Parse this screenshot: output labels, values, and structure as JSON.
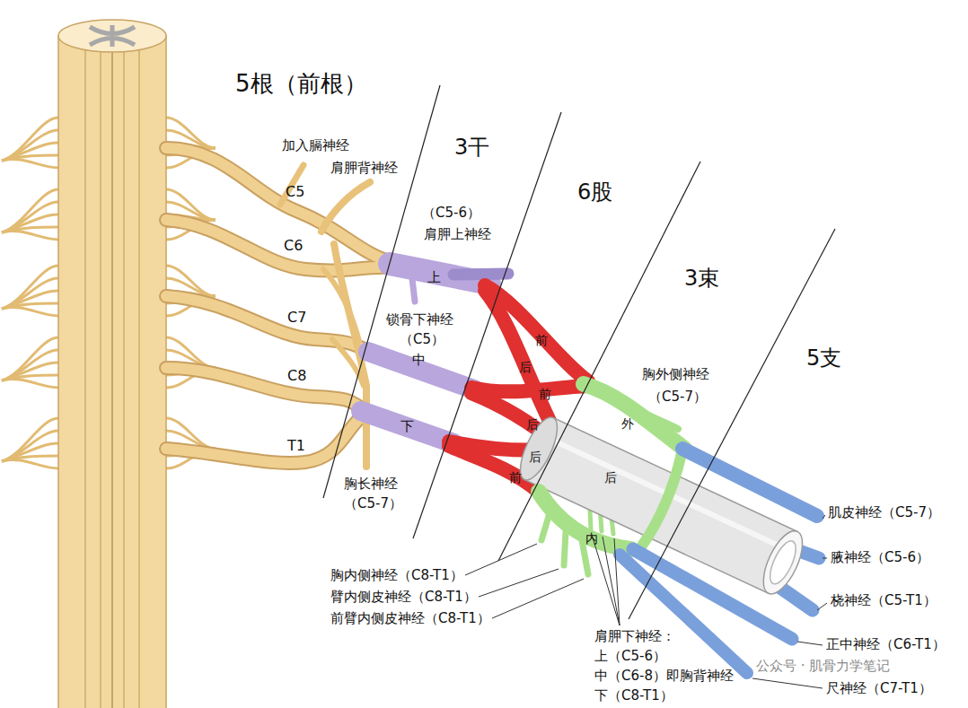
{
  "diagram": {
    "labels": [
      "5根（前根）",
      "加入膈神经",
      "肩胛背神经",
      "C5",
      "C6",
      "C7",
      "C8",
      "T1",
      "3干",
      "（C5-6）",
      "肩胛上神经",
      "上",
      "锁骨下神经",
      "（C5）",
      "中",
      "下",
      "胸长神经",
      "（C5-7）",
      "6股",
      "前",
      "后",
      "前",
      "后",
      "后",
      "前",
      "3束",
      "胸外侧神经",
      "（C5-7）",
      "外",
      "后",
      "内",
      "5支",
      "肌皮神经（C5-7）",
      "腋神经（C5-6）",
      "桡神经（C5-T1）",
      "正中神经（C6-T1）",
      "尺神经（C7-T1）",
      "胸内侧神经（C8-T1）",
      "臂内侧皮神经（C8-T1）",
      "前臂内侧皮神经（C8-T1）",
      "肩胛下神经：",
      "上（C5-6）",
      "中（C6-8）即胸背神经",
      "下（C8-T1）",
      "公众号 · 肌骨力学笔记"
    ]
  }
}
